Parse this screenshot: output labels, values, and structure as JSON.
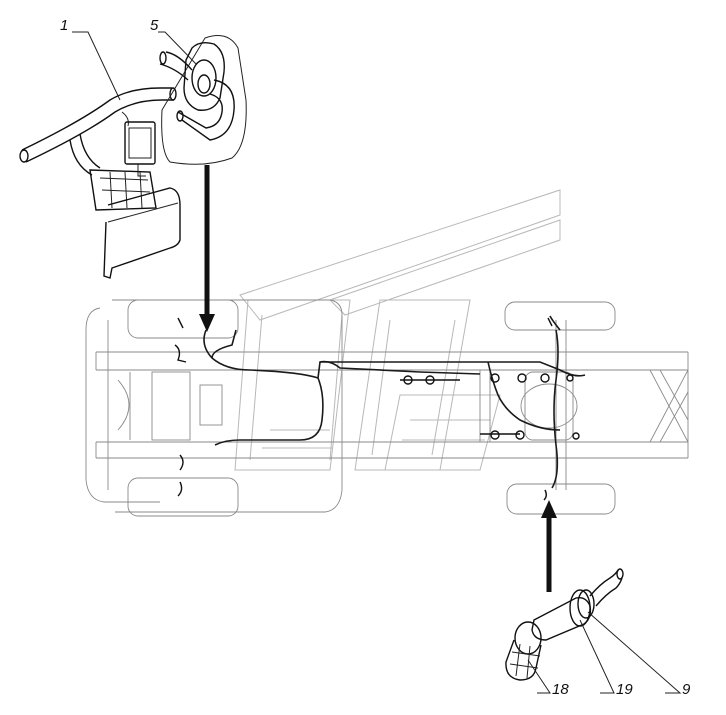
{
  "callouts": {
    "c1": "1",
    "c5": "5",
    "c18": "18",
    "c19": "19",
    "c9": "9"
  },
  "colors": {
    "line": "#111111",
    "faint": "#8a8a8a",
    "watermark": "#b8b8b8",
    "background": "#ffffff"
  }
}
